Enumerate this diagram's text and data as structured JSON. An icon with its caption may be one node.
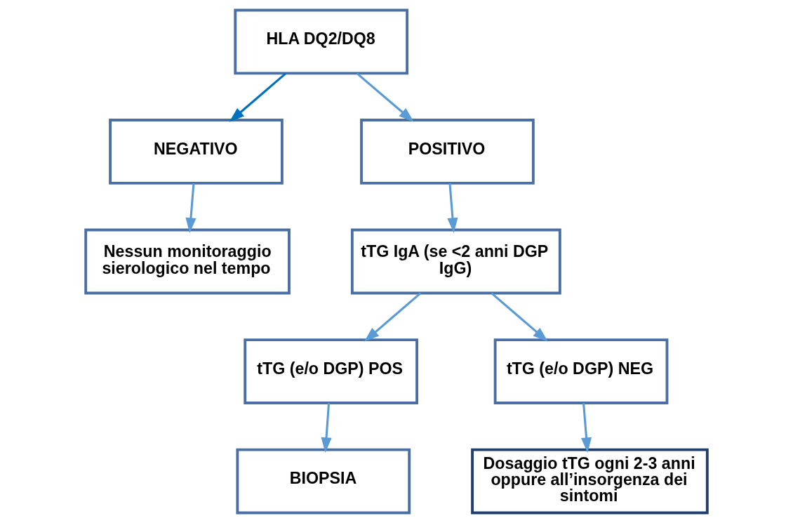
{
  "diagram": {
    "nodes": [
      {
        "text": [
          "HLA DQ2/DQ8"
        ]
      },
      {
        "text": [
          "NEGATIVO"
        ]
      },
      {
        "text": [
          "POSITIVO"
        ]
      },
      {
        "text": [
          "Nessun monitoraggio sierologico nel tempo"
        ]
      },
      {
        "text": [
          "tTG IgA (se <2 anni DGP IgG)"
        ]
      },
      {
        "text": [
          "tTG (e/o DGP) POS"
        ]
      },
      {
        "text": [
          "tTG (e/o DGP) NEG"
        ]
      },
      {
        "text": [
          "BIOPSIA"
        ]
      },
      {
        "text": [
          "Dosaggio tTG ogni 2-3 anni oppure all’insorgenza dei sintomi"
        ]
      }
    ],
    "edges": [
      {
        "from": 0,
        "to": 1,
        "arrow": "to",
        "color": "#0070c0"
      },
      {
        "from": 0,
        "to": 2,
        "arrow": "to"
      },
      {
        "from": 1,
        "to": 3,
        "arrow": "to"
      },
      {
        "from": 2,
        "to": 4,
        "arrow": "to"
      },
      {
        "from": 4,
        "to": 5,
        "arrow": "to"
      },
      {
        "from": 4,
        "to": 6,
        "arrow": "to"
      },
      {
        "from": 5,
        "to": 7,
        "arrow": "to"
      },
      {
        "from": 6,
        "to": 8,
        "arrow": "to"
      }
    ]
  }
}
